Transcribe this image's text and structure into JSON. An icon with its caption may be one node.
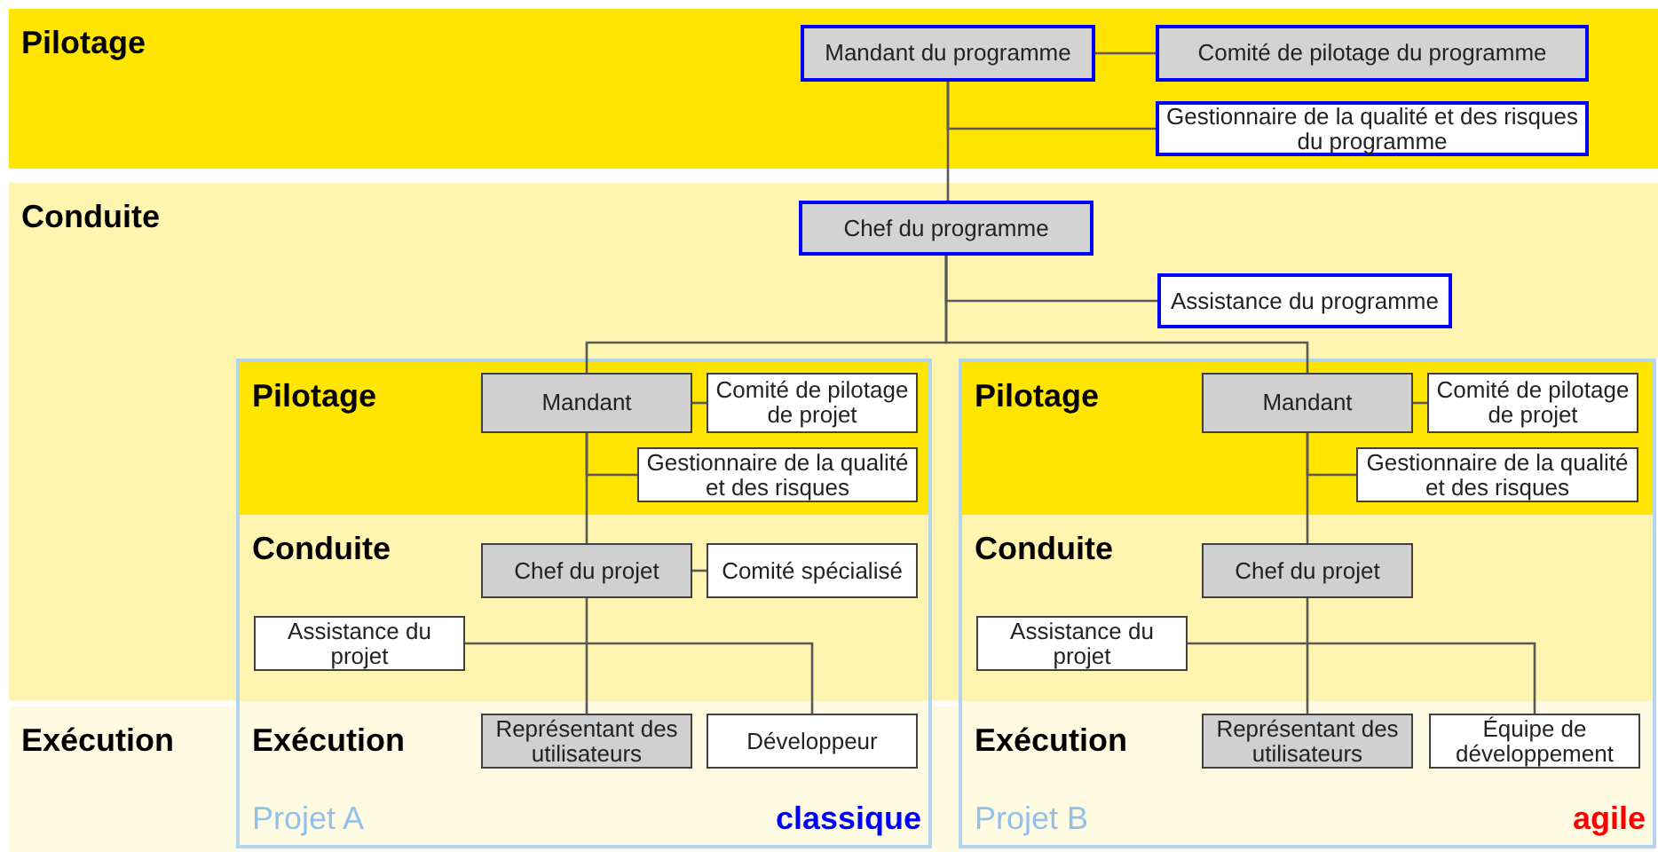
{
  "diagram": {
    "nodes": [
      {
        "text": [
          "Pilotage"
        ]
      },
      {
        "text": [
          "Mandant du programme"
        ],
        "in": 0
      },
      {
        "text": [
          "Comité de pilotage du programme"
        ],
        "in": 0
      },
      {
        "text": [
          "Gestionnaire de la qualité et des risques du programme"
        ],
        "in": 0
      },
      {
        "text": [
          "Conduite"
        ]
      },
      {
        "text": [
          "Chef du programme"
        ],
        "in": 4
      },
      {
        "text": [
          "Assistance du programme"
        ],
        "in": 4
      },
      {
        "text": [
          "Exécution"
        ]
      },
      {
        "text": [
          "Projet A",
          "classique"
        ]
      },
      {
        "text": [
          "Pilotage"
        ],
        "in": 8
      },
      {
        "text": [
          "Mandant"
        ],
        "in": 9
      },
      {
        "text": [
          "Comité de pilotage de projet"
        ],
        "in": 9
      },
      {
        "text": [
          "Gestionnaire de la qualité et des risques"
        ],
        "in": 9
      },
      {
        "text": [
          "Conduite"
        ],
        "in": 8
      },
      {
        "text": [
          "Chef du projet"
        ],
        "in": 13
      },
      {
        "text": [
          "Comité spécialisé"
        ],
        "in": 13
      },
      {
        "text": [
          "Assistance du projet"
        ],
        "in": 13
      },
      {
        "text": [
          "Exécution"
        ],
        "in": 8
      },
      {
        "text": [
          "Représentant des utilisateurs"
        ],
        "in": 17
      },
      {
        "text": [
          "Développeur"
        ],
        "in": 17
      },
      {
        "text": [
          "Projet B",
          "agile"
        ]
      },
      {
        "text": [
          "Pilotage"
        ],
        "in": 20
      },
      {
        "text": [
          "Mandant"
        ],
        "in": 21
      },
      {
        "text": [
          "Comité de pilotage de projet"
        ],
        "in": 21
      },
      {
        "text": [
          "Gestionnaire de la qualité et des risques"
        ],
        "in": 21
      },
      {
        "text": [
          "Conduite"
        ],
        "in": 20
      },
      {
        "text": [
          "Chef du projet"
        ],
        "in": 25
      },
      {
        "text": [
          "Assistance du projet"
        ],
        "in": 25
      },
      {
        "text": [
          "Exécution"
        ],
        "in": 20
      },
      {
        "text": [
          "Représentant des utilisateurs"
        ],
        "in": 28
      },
      {
        "text": [
          "Équipe de développement"
        ],
        "in": 28
      }
    ],
    "edges": [
      {
        "from": 1,
        "to": 2,
        "arrow": "none"
      },
      {
        "from": 1,
        "to": 3,
        "arrow": "none"
      },
      {
        "from": 1,
        "to": 5,
        "arrow": "none"
      },
      {
        "from": 5,
        "to": 6,
        "arrow": "none"
      },
      {
        "from": 5,
        "to": 10,
        "arrow": "none"
      },
      {
        "from": 5,
        "to": 22,
        "arrow": "none"
      },
      {
        "from": 10,
        "to": 11,
        "arrow": "none"
      },
      {
        "from": 10,
        "to": 12,
        "arrow": "none"
      },
      {
        "from": 10,
        "to": 14,
        "arrow": "none"
      },
      {
        "from": 14,
        "to": 15,
        "arrow": "none"
      },
      {
        "from": 14,
        "to": 18,
        "arrow": "none"
      },
      {
        "from": 16,
        "to": 19,
        "arrow": "none"
      },
      {
        "from": 22,
        "to": 23,
        "arrow": "none"
      },
      {
        "from": 22,
        "to": 24,
        "arrow": "none"
      },
      {
        "from": 22,
        "to": 26,
        "arrow": "none"
      },
      {
        "from": 26,
        "to": 29,
        "arrow": "none"
      },
      {
        "from": 27,
        "to": 30,
        "arrow": "none"
      }
    ]
  }
}
